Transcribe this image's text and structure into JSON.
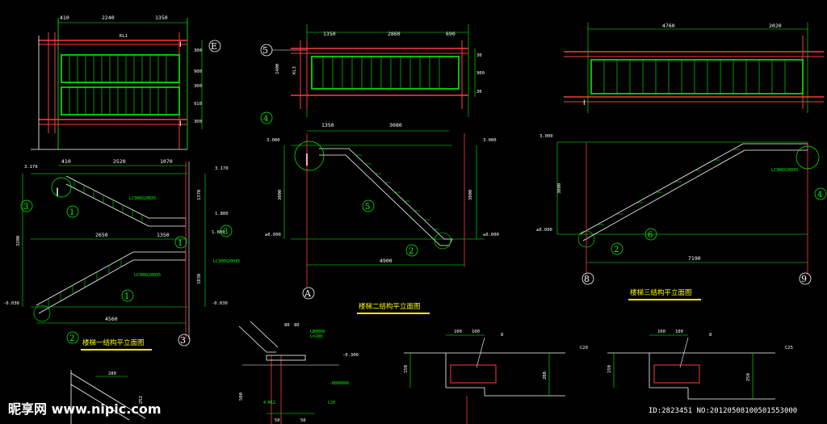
{
  "colors": {
    "background": "#000000",
    "beam": "#ff3b3b",
    "frame": "#00ff00",
    "dim": "#ffffff",
    "title": "#ffff00"
  },
  "plan_left": {
    "dims_top": [
      "410",
      "2240",
      "1350"
    ],
    "beam_label": "KL1",
    "axis": "E",
    "dims_right": [
      "300",
      "900",
      "300",
      "910",
      "300"
    ]
  },
  "plan_mid": {
    "dims_top": [
      "1350",
      "2860",
      "690"
    ],
    "axis": "5",
    "beam_label": "KL3",
    "dims_left": "1400",
    "dims_right": [
      "30",
      "900",
      "30"
    ]
  },
  "plan_right": {
    "dims_top": [
      "4760",
      "2020"
    ]
  },
  "elev_left": {
    "dims_upper": [
      "410",
      "2520",
      "1070"
    ],
    "dims_lower": [
      "2650",
      "1350"
    ],
    "dims_bottom": "4560",
    "levels": [
      "3.170",
      "3.170",
      "1.800",
      "1.800",
      "-0.030",
      "-0.030"
    ],
    "heights": [
      "1370",
      "3200",
      "1830"
    ],
    "bubbles": [
      "3",
      "1",
      "1",
      "1",
      "2",
      "3"
    ],
    "title": "楼梯一结构平立面图",
    "axis": "3",
    "notes": [
      "LC300X200X5",
      "LC300X200X5",
      "LC300X200X5"
    ]
  },
  "elev_mid": {
    "dims_top": [
      "1350",
      "3080"
    ],
    "dims_bottom": "4900",
    "levels": [
      "3.000",
      "3.000",
      "±0.000",
      "±0.000"
    ],
    "heights": [
      "3000",
      "3000"
    ],
    "bubbles": [
      "4",
      "5",
      "2"
    ],
    "axis": "A",
    "title": "楼梯二结构平立面图"
  },
  "elev_right": {
    "levels": [
      "3.000",
      "±0.000"
    ],
    "heights": [
      "3000"
    ],
    "dims_bottom": "7190",
    "bubbles": [
      "4",
      "6",
      "2"
    ],
    "axes": [
      "8",
      "9"
    ],
    "title": "楼梯三结构平立面图",
    "note": "LC300X200X5"
  },
  "detail_mid": {
    "dims_top": [
      "80",
      "80"
    ],
    "level": "-0.300",
    "notes": [
      "LB00X8",
      "L=100",
      "-80X80X6"
    ],
    "dims_bottom": [
      "50",
      "50"
    ],
    "dim_side": "500",
    "labels": [
      "4-M12",
      "C20"
    ]
  },
  "detail_a": {
    "dims_top": [
      "100",
      "100"
    ],
    "tag": "8",
    "thickness": "C20",
    "dims_left": "150",
    "dim_right": "200"
  },
  "detail_b": {
    "dims_top": [
      "100",
      "100"
    ],
    "tag": "8",
    "thickness": "C25",
    "dims_left": "150",
    "dim_right": "250"
  },
  "detail_left": {
    "dim": "280",
    "side": "252"
  },
  "watermark": {
    "logo": "昵享网 www.nipic.com",
    "id": "ID:2823451 NO:20120508100501553000"
  }
}
